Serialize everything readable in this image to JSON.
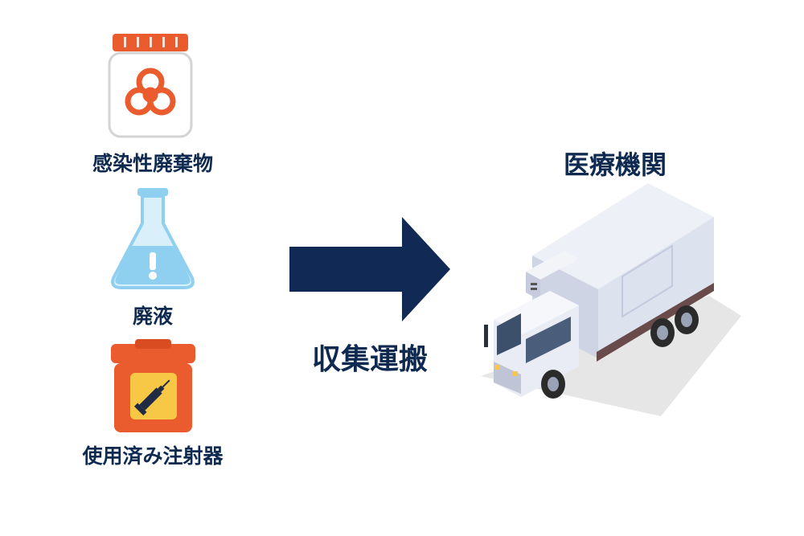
{
  "waste_items": [
    {
      "label": "感染性廃棄物",
      "icon": "biohazard-container-icon"
    },
    {
      "label": "廃液",
      "icon": "flask-warning-icon"
    },
    {
      "label": "使用済み注射器",
      "icon": "sharps-container-icon"
    }
  ],
  "transport_label": "収集運搬",
  "destination_label": "医療機関",
  "colors": {
    "text": "#0f2a50",
    "arrow": "#102a55",
    "orange": "#ea5b2e",
    "flask": "#8fd0f0",
    "truck_body": "#dde2ef"
  }
}
